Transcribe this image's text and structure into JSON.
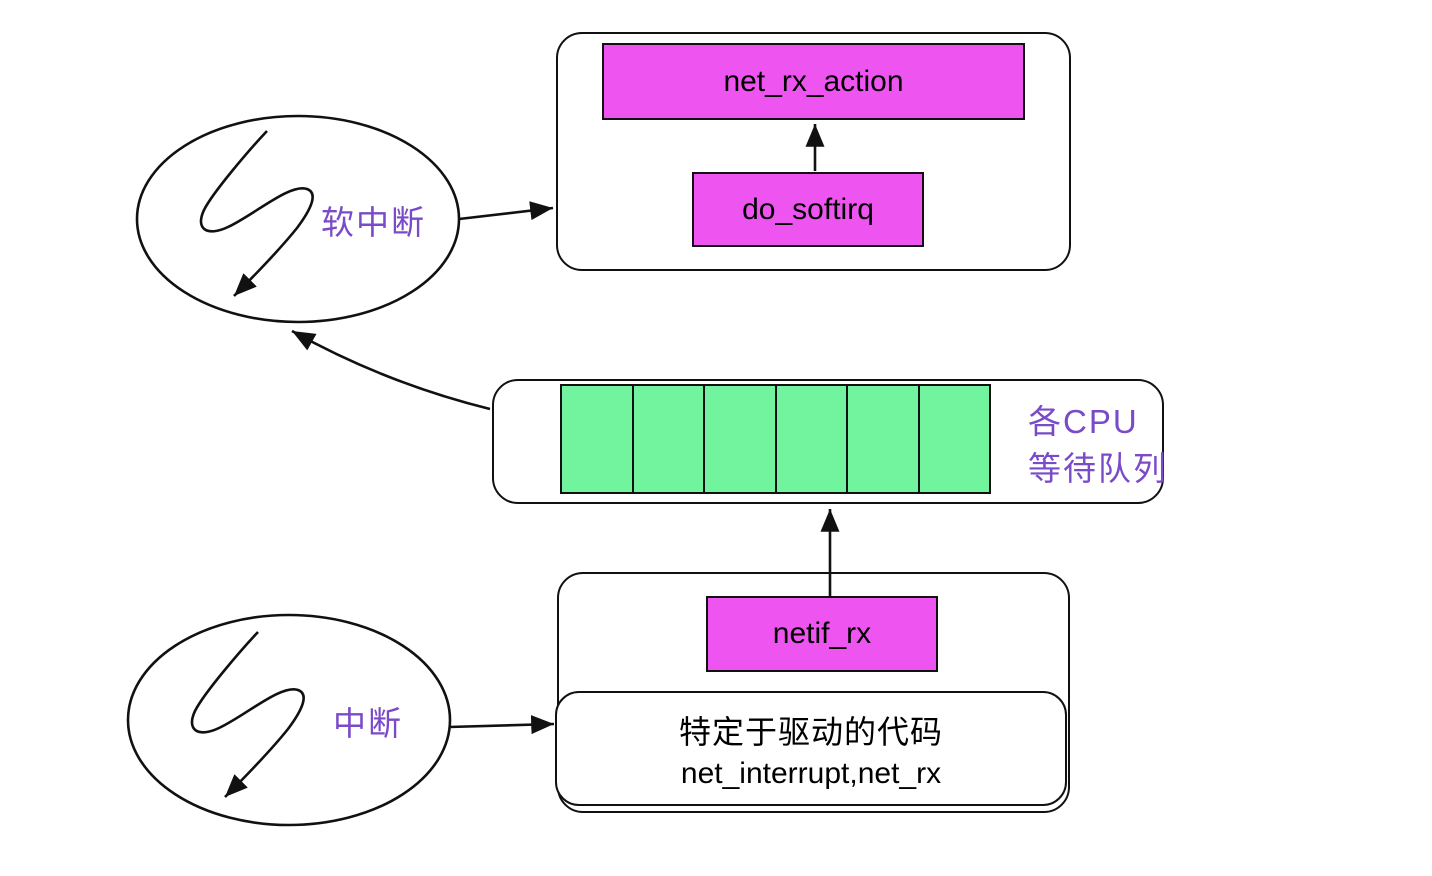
{
  "colors": {
    "magenta": "#EE55F0",
    "green": "#71F49D",
    "purple": "#7A4BC9",
    "line": "#111111"
  },
  "nodes": {
    "softirq_ellipse": {
      "label": "软中断"
    },
    "interrupt_ellipse": {
      "label": "中断"
    },
    "softirq_panel": {
      "net_rx_action": "net_rx_action",
      "do_softirq": "do_softirq"
    },
    "queue_panel": {
      "label_line1": "各CPU",
      "label_line2": "等待队列",
      "cells": 6
    },
    "driver_panel": {
      "netif_rx": "netif_rx",
      "driver_line1": "特定于驱动的代码",
      "driver_line2": "net_interrupt,net_rx"
    }
  },
  "icons": {
    "interrupt_squiggle": "s-curve-arrow-icon"
  }
}
